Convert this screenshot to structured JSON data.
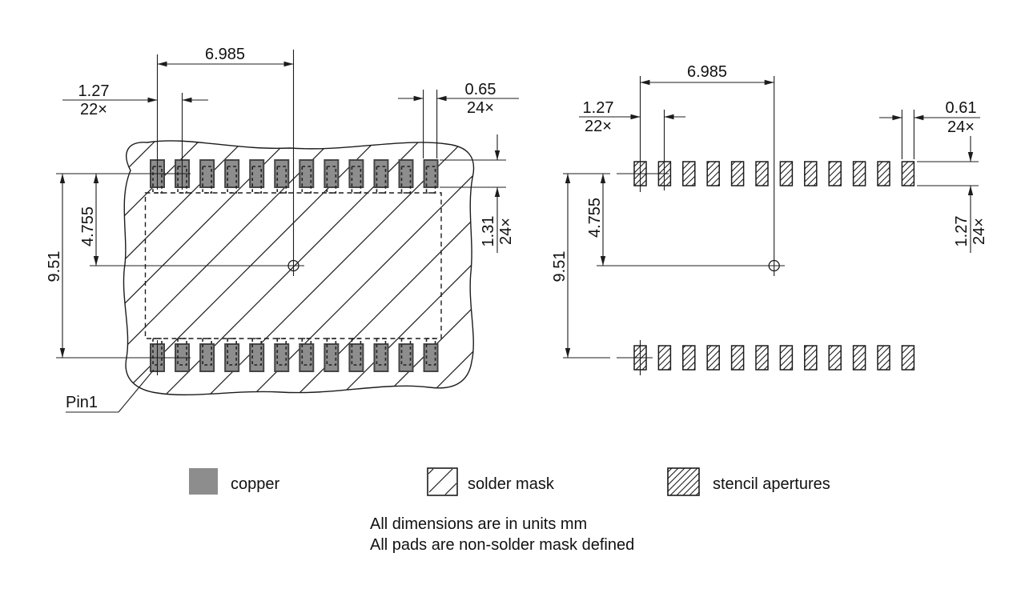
{
  "left_view": {
    "span": "6.985",
    "pitch": {
      "value": "1.27",
      "count": "22×"
    },
    "pad_width": {
      "value": "0.65",
      "count": "24×"
    },
    "pad_height": {
      "value": "1.31",
      "count": "24×"
    },
    "row_pitch": "9.51",
    "row_half_pitch": "4.755",
    "pin1_label": "Pin1"
  },
  "right_view": {
    "span": "6.985",
    "pitch": {
      "value": "1.27",
      "count": "22×"
    },
    "aperture_width": {
      "value": "0.61",
      "count": "24×"
    },
    "aperture_height": {
      "value": "1.27",
      "count": "24×"
    },
    "row_pitch": "9.51",
    "row_half_pitch": "4.755"
  },
  "legend": {
    "items": [
      {
        "id": "copper",
        "label": "copper"
      },
      {
        "id": "solder-mask",
        "label": "solder mask"
      },
      {
        "id": "stencil-apertures",
        "label": "stencil apertures"
      }
    ]
  },
  "notes": {
    "line1": "All dimensions are in units mm",
    "line2": "All pads are non-solder mask defined"
  },
  "colors": {
    "copper_fill": "#8d8d8d",
    "line": "#1c1c1c"
  }
}
